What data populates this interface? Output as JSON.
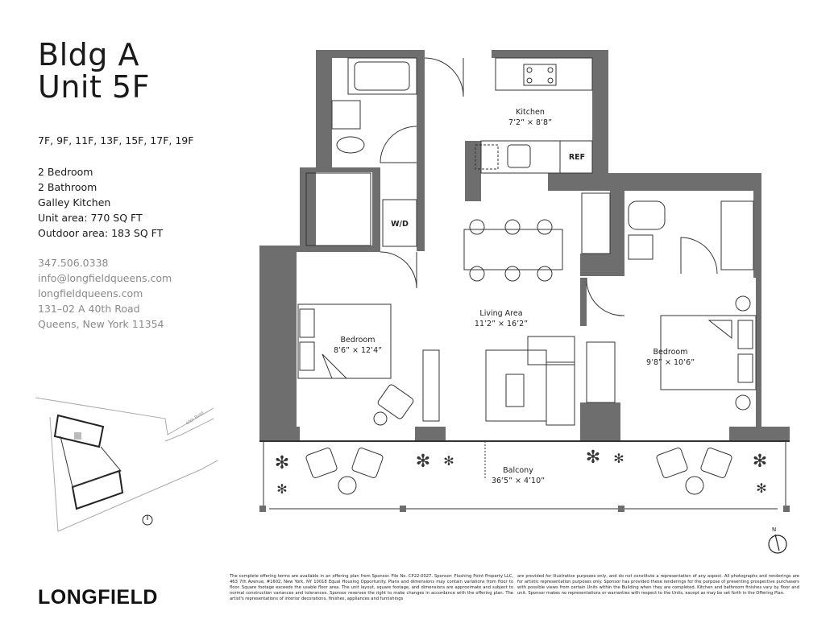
{
  "header": {
    "building": "Bldg A",
    "unit": "Unit 5F"
  },
  "floors": "7F, 9F, 11F, 13F, 15F, 17F, 19F",
  "specs": [
    "2 Bedroom",
    "2 Bathroom",
    "Galley Kitchen",
    "Unit area: 770 SQ FT",
    "Outdoor area: 183 SQ FT"
  ],
  "contact": [
    "347.506.0338",
    "info@longfieldqueens.com",
    "longfieldqueens.com",
    "131–02 A 40th Road",
    "Queens, New York 11354"
  ],
  "rooms": {
    "kitchen": {
      "name": "Kitchen",
      "dim": "7’2” × 8’8”"
    },
    "living": {
      "name": "Living Area",
      "dim": "11’2” × 16’2”"
    },
    "bedroom_left": {
      "name": "Bedroom",
      "dim": "8’6” × 12’4”"
    },
    "bedroom_right": {
      "name": "Bedroom",
      "dim": "9’8” × 10’6”"
    },
    "balcony": {
      "name": "Balcony",
      "dim": "36’5” × 4’10”"
    },
    "wd": "W/D",
    "ref": "REF"
  },
  "site_plan": {
    "street": "40th Road"
  },
  "compass": {
    "label": "N"
  },
  "brand": "LONGFIELD",
  "colors": {
    "wall": "#6e6e6e",
    "text": "#1a1a1a",
    "contact": "#8a8a8a"
  },
  "disclaimer": {
    "col1": "The complete offering terms are available in an offering plan from Sponsor. File No. CP22-0027. Sponsor: Flushing Point Property LLC, 463 7th Avenue, #1602, New York, NY 10018 Equal Housing Opportunity. Plans and dimensions may contain variations from floor to floor. Square footage exceeds the usable floor area. The unit layout, square footage, and dimensions are approximate and subject to normal construction variances and tolerances. Sponsor reserves the right to make changes in accordance with the offering plan. The artist's representations of interior decorations, finishes, appliances and furnishings",
    "col2": "are provided for illustrative purposes only, and do not constitute a representation of any aspect. All photographs and renderings are for artistic representation purposes only. Sponsor has provided these renderings for the purpose of presenting prospective purchasers with possible views from certain Units within the Building when they are completed. Kitchen and bathroom finishes vary by floor and unit. Sponsor makes no representations or warranties with respect to the Units, except as may be set forth in the Offering Plan."
  }
}
